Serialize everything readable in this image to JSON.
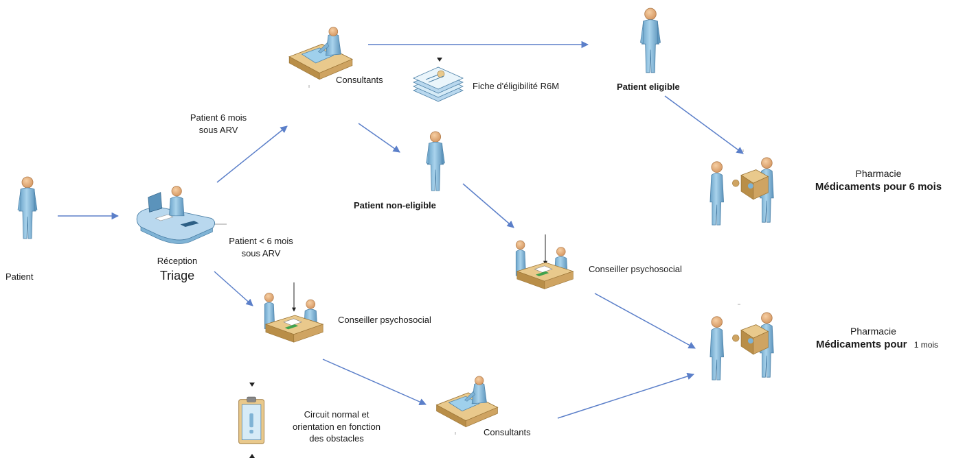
{
  "colors": {
    "arrow": "#5b7fc9",
    "person_light": "#9ecde8",
    "person_dark": "#5f97be",
    "skin": "#e8b07e",
    "desk_top": "#e9c98c",
    "desk_side": "#b98e48",
    "reception": "#b9d8ee"
  },
  "nodes": {
    "patient": {
      "label": "Patient"
    },
    "reception": {
      "line1": "Réception",
      "line2": "Triage"
    },
    "consultants_top": {
      "label": "Consultants"
    },
    "fiche": {
      "label": "Fiche d'éligibilité R6M"
    },
    "patient_eligible": {
      "label": "Patient eligible"
    },
    "patient_non_eligible": {
      "label": "Patient non-eligible"
    },
    "conseiller_right": {
      "label": "Conseiller psychosocial"
    },
    "conseiller_left": {
      "label": "Conseiller psychosocial"
    },
    "consultants_bottom": {
      "label": "Consultants"
    },
    "circuit": {
      "line1": "Circuit normal et",
      "line2": "orientation en fonction",
      "line3": "des obstacles"
    },
    "pharmacie_6m": {
      "title": "Pharmacie",
      "subtitle": "Médicaments pour 6 mois"
    },
    "pharmacie_1m": {
      "title": "Pharmacie",
      "subtitle": "Médicaments pour",
      "suffix": "1 mois"
    }
  },
  "edge_labels": {
    "six_months": {
      "line1": "Patient 6 mois",
      "line2": "sous ARV"
    },
    "less_six": {
      "line1": "Patient < 6 mois",
      "line2": "sous ARV"
    }
  },
  "icons": {
    "patient": "standing-person-icon",
    "reception": "reception-desk-icon",
    "consultants": "consultant-desk-icon",
    "conseiller": "counselor-desk-icon",
    "fiche": "document-stack-icon",
    "circuit": "clipboard-icon",
    "pharmacie": "pharmacy-handover-icon"
  }
}
